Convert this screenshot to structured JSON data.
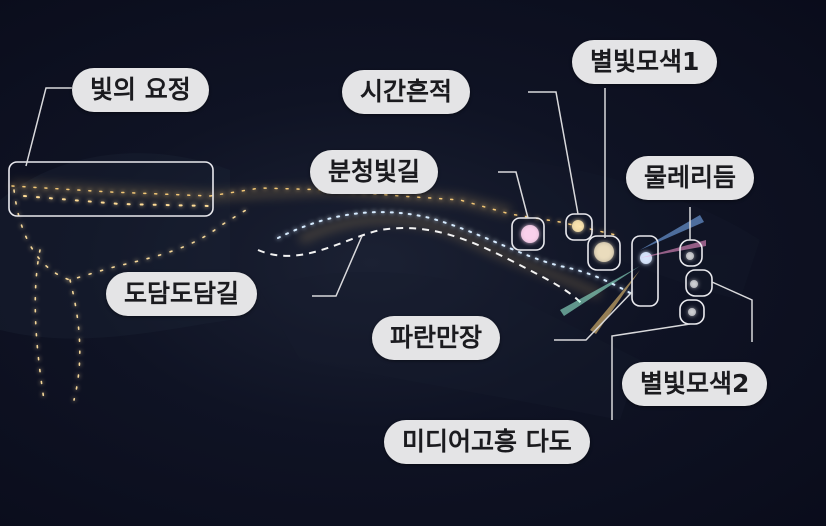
{
  "labels": {
    "fairy_of_light": "빛의 요정",
    "time_traces": "시간흔적",
    "starlight_mosaic_1": "별빛모색1",
    "bunchung_light_road": "분청빛길",
    "mulleridum": "물레리듬",
    "dodam_dodam_road": "도담도담길",
    "paran_manjang": "파란만장",
    "starlight_mosaic_2": "별빛모색2",
    "media_goheung_dado": "미디어고흥 다도"
  },
  "colors": {
    "background": "#0b0d1c",
    "label_background": "#e4e4e6",
    "label_text": "#1b1b1f",
    "leader_line": "#d9d9dc",
    "light_warm": "#ffd98a",
    "light_cool": "#d8ecff"
  }
}
